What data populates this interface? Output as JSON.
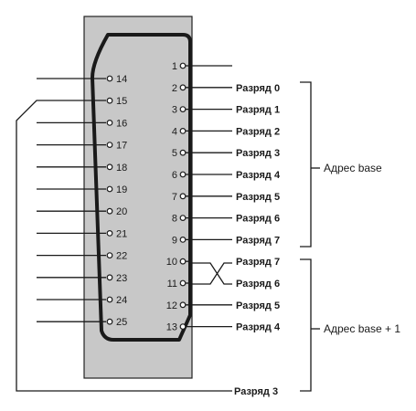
{
  "connector": {
    "left_pins": [
      "14",
      "15",
      "16",
      "17",
      "18",
      "19",
      "20",
      "21",
      "22",
      "23",
      "24",
      "25"
    ],
    "right_pins": [
      "1",
      "2",
      "3",
      "4",
      "5",
      "6",
      "7",
      "8",
      "9",
      "10",
      "11",
      "12",
      "13"
    ]
  },
  "bits": [
    {
      "pin": "1",
      "label": ""
    },
    {
      "pin": "2",
      "label": "Разряд 0"
    },
    {
      "pin": "3",
      "label": "Разряд 1"
    },
    {
      "pin": "4",
      "label": "Разряд 2"
    },
    {
      "pin": "5",
      "label": "Разряд 3"
    },
    {
      "pin": "6",
      "label": "Разряд 4"
    },
    {
      "pin": "7",
      "label": "Разряд 5"
    },
    {
      "pin": "8",
      "label": "Разряд 6"
    },
    {
      "pin": "9",
      "label": "Разряд 7"
    },
    {
      "pin": "10",
      "label": "Разряд 7"
    },
    {
      "pin": "11",
      "label": "Разряд 6"
    },
    {
      "pin": "12",
      "label": "Разряд 5"
    },
    {
      "pin": "13",
      "label": "Разряд 4"
    }
  ],
  "extra_bit": {
    "pin": "15",
    "label": "Разряд 3"
  },
  "groups": {
    "base": "Адрес base",
    "base_plus_1": "Адрес base + 1"
  }
}
